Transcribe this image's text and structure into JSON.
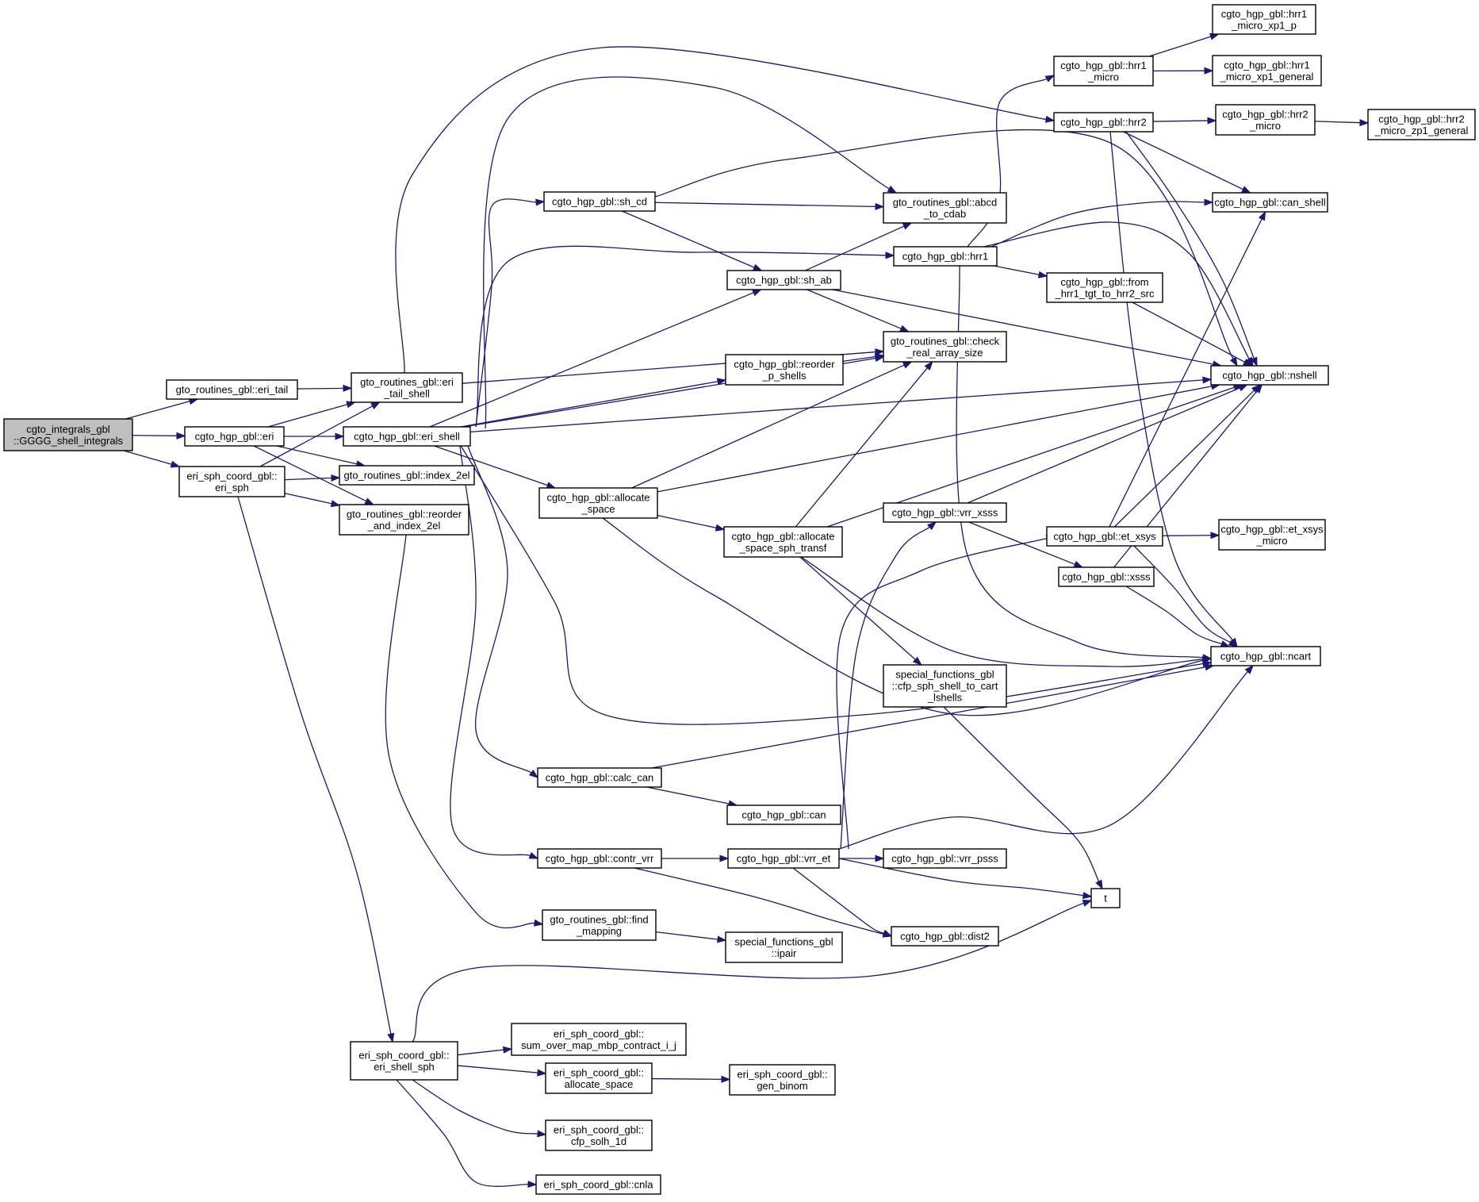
{
  "nodes": [
    {
      "id": "root",
      "lines": [
        "cgto_integrals_gbl",
        "::GGGG_shell_integrals"
      ],
      "root": true
    },
    {
      "id": "eri_tail",
      "lines": [
        "gto_routines_gbl::eri_tail"
      ]
    },
    {
      "id": "eri",
      "lines": [
        "cgto_hgp_gbl::eri"
      ]
    },
    {
      "id": "eri_sph",
      "lines": [
        "eri_sph_coord_gbl::",
        "eri_sph"
      ]
    },
    {
      "id": "eri_tail_shell",
      "lines": [
        "gto_routines_gbl::eri",
        "_tail_shell"
      ]
    },
    {
      "id": "eri_shell",
      "lines": [
        "cgto_hgp_gbl::eri_shell"
      ]
    },
    {
      "id": "index_2el",
      "lines": [
        "gto_routines_gbl::index_2el"
      ]
    },
    {
      "id": "reorder_and_index_2el",
      "lines": [
        "gto_routines_gbl::reorder",
        "_and_index_2el"
      ]
    },
    {
      "id": "sh_cd",
      "lines": [
        "cgto_hgp_gbl::sh_cd"
      ]
    },
    {
      "id": "sh_ab",
      "lines": [
        "cgto_hgp_gbl::sh_ab"
      ]
    },
    {
      "id": "reorder_p_shells",
      "lines": [
        "cgto_hgp_gbl::reorder",
        "_p_shells"
      ]
    },
    {
      "id": "allocate_space",
      "lines": [
        "cgto_hgp_gbl::allocate",
        "_space"
      ]
    },
    {
      "id": "allocate_space_sph_transf",
      "lines": [
        "cgto_hgp_gbl::allocate",
        "_space_sph_transf"
      ]
    },
    {
      "id": "calc_can",
      "lines": [
        "cgto_hgp_gbl::calc_can"
      ]
    },
    {
      "id": "can",
      "lines": [
        "cgto_hgp_gbl::can"
      ]
    },
    {
      "id": "contr_vrr",
      "lines": [
        "cgto_hgp_gbl::contr_vrr"
      ]
    },
    {
      "id": "vrr_et",
      "lines": [
        "cgto_hgp_gbl::vrr_et"
      ]
    },
    {
      "id": "find_mapping",
      "lines": [
        "gto_routines_gbl::find",
        "_mapping"
      ]
    },
    {
      "id": "ipair",
      "lines": [
        "special_functions_gbl",
        "::ipair"
      ]
    },
    {
      "id": "abcd_to_cdab",
      "lines": [
        "gto_routines_gbl::abcd",
        "_to_cdab"
      ]
    },
    {
      "id": "hrr1",
      "lines": [
        "cgto_hgp_gbl::hrr1"
      ]
    },
    {
      "id": "check_real_array_size",
      "lines": [
        "gto_routines_gbl::check",
        "_real_array_size"
      ]
    },
    {
      "id": "vrr_xsss",
      "lines": [
        "cgto_hgp_gbl::vrr_xsss"
      ]
    },
    {
      "id": "cfp_sph_shell",
      "lines": [
        "special_functions_gbl",
        "::cfp_sph_shell_to_cart",
        "_lshells"
      ]
    },
    {
      "id": "vrr_psss",
      "lines": [
        "cgto_hgp_gbl::vrr_psss"
      ]
    },
    {
      "id": "dist2",
      "lines": [
        "cgto_hgp_gbl::dist2"
      ]
    },
    {
      "id": "t",
      "lines": [
        "t"
      ]
    },
    {
      "id": "hrr1_micro",
      "lines": [
        "cgto_hgp_gbl::hrr1",
        "_micro"
      ]
    },
    {
      "id": "hrr2",
      "lines": [
        "cgto_hgp_gbl::hrr2"
      ]
    },
    {
      "id": "from_hrr1",
      "lines": [
        "cgto_hgp_gbl::from",
        "_hrr1_tgt_to_hrr2_src"
      ]
    },
    {
      "id": "et_xsys",
      "lines": [
        "cgto_hgp_gbl::et_xsys"
      ]
    },
    {
      "id": "xsss",
      "lines": [
        "cgto_hgp_gbl::xsss"
      ]
    },
    {
      "id": "hrr1_micro_xp1_p",
      "lines": [
        "cgto_hgp_gbl::hrr1",
        "_micro_xp1_p"
      ]
    },
    {
      "id": "hrr1_micro_xp1_general",
      "lines": [
        "cgto_hgp_gbl::hrr1",
        "_micro_xp1_general"
      ]
    },
    {
      "id": "hrr2_micro",
      "lines": [
        "cgto_hgp_gbl::hrr2",
        "_micro"
      ]
    },
    {
      "id": "hrr2_micro_zp1_general",
      "lines": [
        "cgto_hgp_gbl::hrr2",
        "_micro_zp1_general"
      ]
    },
    {
      "id": "can_shell",
      "lines": [
        "cgto_hgp_gbl::can_shell"
      ]
    },
    {
      "id": "nshell",
      "lines": [
        "cgto_hgp_gbl::nshell"
      ]
    },
    {
      "id": "ncart",
      "lines": [
        "cgto_hgp_gbl::ncart"
      ]
    },
    {
      "id": "et_xsys_micro",
      "lines": [
        "cgto_hgp_gbl::et_xsys",
        "_micro"
      ]
    },
    {
      "id": "eri_shell_sph",
      "lines": [
        "eri_sph_coord_gbl::",
        "eri_shell_sph"
      ]
    },
    {
      "id": "sum_over_map",
      "lines": [
        "eri_sph_coord_gbl::",
        "sum_over_map_mbp_contract_i_j"
      ]
    },
    {
      "id": "sph_allocate_space",
      "lines": [
        "eri_sph_coord_gbl::",
        "allocate_space"
      ]
    },
    {
      "id": "gen_binom",
      "lines": [
        "eri_sph_coord_gbl::",
        "gen_binom"
      ]
    },
    {
      "id": "cfp_solh_1d",
      "lines": [
        "eri_sph_coord_gbl::",
        "cfp_solh_1d"
      ]
    },
    {
      "id": "cnla",
      "lines": [
        "eri_sph_coord_gbl::cnla"
      ]
    }
  ],
  "edges": [
    [
      "root",
      "eri_tail"
    ],
    [
      "root",
      "eri"
    ],
    [
      "root",
      "eri_sph"
    ],
    [
      "eri_tail",
      "eri_tail_shell"
    ],
    [
      "eri",
      "eri_tail_shell"
    ],
    [
      "eri",
      "eri_shell"
    ],
    [
      "eri",
      "index_2el"
    ],
    [
      "eri",
      "reorder_and_index_2el"
    ],
    [
      "eri_sph",
      "eri_tail_shell"
    ],
    [
      "eri_sph",
      "index_2el"
    ],
    [
      "eri_sph",
      "reorder_and_index_2el"
    ],
    [
      "eri_sph",
      "eri_shell_sph"
    ],
    [
      "eri_tail_shell",
      "check_real_array_size"
    ],
    [
      "eri_tail_shell",
      "hrr2"
    ],
    [
      "eri_shell",
      "sh_cd"
    ],
    [
      "eri_shell",
      "abcd_to_cdab"
    ],
    [
      "eri_shell",
      "hrr1"
    ],
    [
      "eri_shell",
      "sh_ab"
    ],
    [
      "eri_shell",
      "check_real_array_size"
    ],
    [
      "eri_shell",
      "reorder_p_shells"
    ],
    [
      "eri_shell",
      "nshell"
    ],
    [
      "eri_shell",
      "allocate_space"
    ],
    [
      "eri_shell",
      "ncart"
    ],
    [
      "eri_shell",
      "calc_can"
    ],
    [
      "eri_shell",
      "contr_vrr"
    ],
    [
      "reorder_and_index_2el",
      "find_mapping"
    ],
    [
      "sh_cd",
      "abcd_to_cdab"
    ],
    [
      "sh_cd",
      "sh_ab"
    ],
    [
      "sh_cd",
      "nshell"
    ],
    [
      "sh_ab",
      "abcd_to_cdab"
    ],
    [
      "sh_ab",
      "check_real_array_size"
    ],
    [
      "sh_ab",
      "nshell"
    ],
    [
      "reorder_p_shells",
      "check_real_array_size"
    ],
    [
      "allocate_space",
      "check_real_array_size"
    ],
    [
      "allocate_space",
      "nshell"
    ],
    [
      "allocate_space",
      "allocate_space_sph_transf"
    ],
    [
      "allocate_space",
      "ncart"
    ],
    [
      "allocate_space_sph_transf",
      "check_real_array_size"
    ],
    [
      "allocate_space_sph_transf",
      "nshell"
    ],
    [
      "allocate_space_sph_transf",
      "cfp_sph_shell"
    ],
    [
      "allocate_space_sph_transf",
      "ncart"
    ],
    [
      "calc_can",
      "ncart"
    ],
    [
      "calc_can",
      "can"
    ],
    [
      "contr_vrr",
      "vrr_et"
    ],
    [
      "contr_vrr",
      "dist2"
    ],
    [
      "vrr_et",
      "vrr_xsss"
    ],
    [
      "vrr_et",
      "et_xsys"
    ],
    [
      "vrr_et",
      "ncart"
    ],
    [
      "vrr_et",
      "vrr_psss"
    ],
    [
      "vrr_et",
      "t"
    ],
    [
      "vrr_et",
      "dist2"
    ],
    [
      "find_mapping",
      "ipair"
    ],
    [
      "hrr1",
      "hrr1_micro"
    ],
    [
      "hrr1",
      "can_shell"
    ],
    [
      "hrr1",
      "nshell"
    ],
    [
      "hrr1",
      "from_hrr1"
    ],
    [
      "hrr1",
      "ncart"
    ],
    [
      "cfp_sph_shell",
      "t"
    ],
    [
      "vrr_xsss",
      "nshell"
    ],
    [
      "vrr_xsss",
      "xsss"
    ],
    [
      "hrr1_micro",
      "hrr1_micro_xp1_p"
    ],
    [
      "hrr1_micro",
      "hrr1_micro_xp1_general"
    ],
    [
      "hrr2",
      "hrr2_micro"
    ],
    [
      "hrr2",
      "can_shell"
    ],
    [
      "hrr2",
      "nshell"
    ],
    [
      "hrr2",
      "ncart"
    ],
    [
      "from_hrr1",
      "nshell"
    ],
    [
      "et_xsys",
      "can_shell"
    ],
    [
      "et_xsys",
      "nshell"
    ],
    [
      "et_xsys",
      "et_xsys_micro"
    ],
    [
      "et_xsys",
      "ncart"
    ],
    [
      "xsss",
      "nshell"
    ],
    [
      "xsss",
      "ncart"
    ],
    [
      "hrr2_micro",
      "hrr2_micro_zp1_general"
    ],
    [
      "eri_shell_sph",
      "t"
    ],
    [
      "eri_shell_sph",
      "sum_over_map"
    ],
    [
      "eri_shell_sph",
      "sph_allocate_space"
    ],
    [
      "eri_shell_sph",
      "cfp_solh_1d"
    ],
    [
      "eri_shell_sph",
      "cnla"
    ],
    [
      "sph_allocate_space",
      "gen_binom"
    ]
  ]
}
